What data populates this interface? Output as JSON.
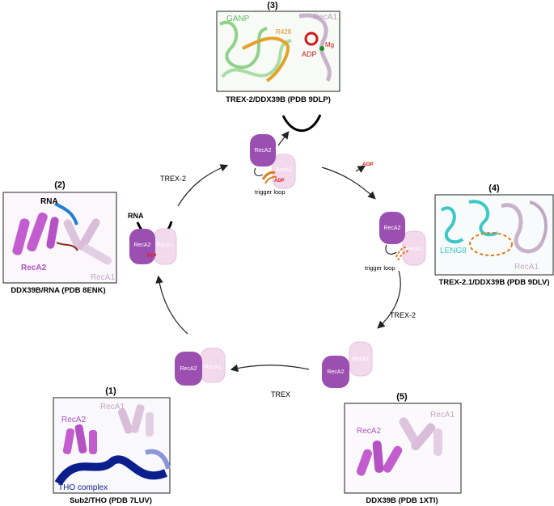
{
  "panels": {
    "p1": {
      "number": "(1)",
      "caption": "Sub2/THO (PDB 7LUV)",
      "labels": {
        "reca2": "RecA2",
        "reca1": "RecA1",
        "tho": "THO complex"
      }
    },
    "p2": {
      "number": "(2)",
      "caption": "DDX39B/RNA (PDB 8ENK)",
      "labels": {
        "rna": "RNA",
        "reca2": "RecA2",
        "reca1": "RecA1"
      }
    },
    "p3": {
      "number": "(3)",
      "caption": "TREX-2/DDX39B (PDB 9DLP)",
      "labels": {
        "ganp": "GANP",
        "reca1": "RecA1",
        "residue": "R428",
        "adp": "ADP",
        "mg": "Mg"
      }
    },
    "p4": {
      "number": "(4)",
      "caption": "TREX-2.1/DDX39B (PDB 9DLV)",
      "labels": {
        "leng8": "LENG8",
        "reca1": "RecA1"
      }
    },
    "p5": {
      "number": "(5)",
      "caption": "DDX39B (PDB 1XTI)",
      "labels": {
        "reca2": "RecA2",
        "reca1": "RecA1"
      }
    }
  },
  "cycle": {
    "domains": {
      "reca2": "RecA2",
      "reca1": "RecA1"
    },
    "labels": {
      "trex2_left": "TREX-2",
      "trex2_right": "TREX-2",
      "trex_bottom": "TREX",
      "rna": "RNA",
      "atp": "ATP",
      "adp_top": "ADP",
      "adp_released": "ADP",
      "trigger_loop_top": "trigger loop",
      "trigger_loop_right": "trigger loop"
    }
  },
  "colors": {
    "reca2": "#9b4fb0",
    "reca1": "#f2d9ec",
    "adp_red": "#e02020",
    "tho_blue": "#0b1f8c",
    "ganp_green": "#5cb85c",
    "leng8_cyan": "#3cc7c7",
    "loop_orange": "#e07b1a"
  }
}
